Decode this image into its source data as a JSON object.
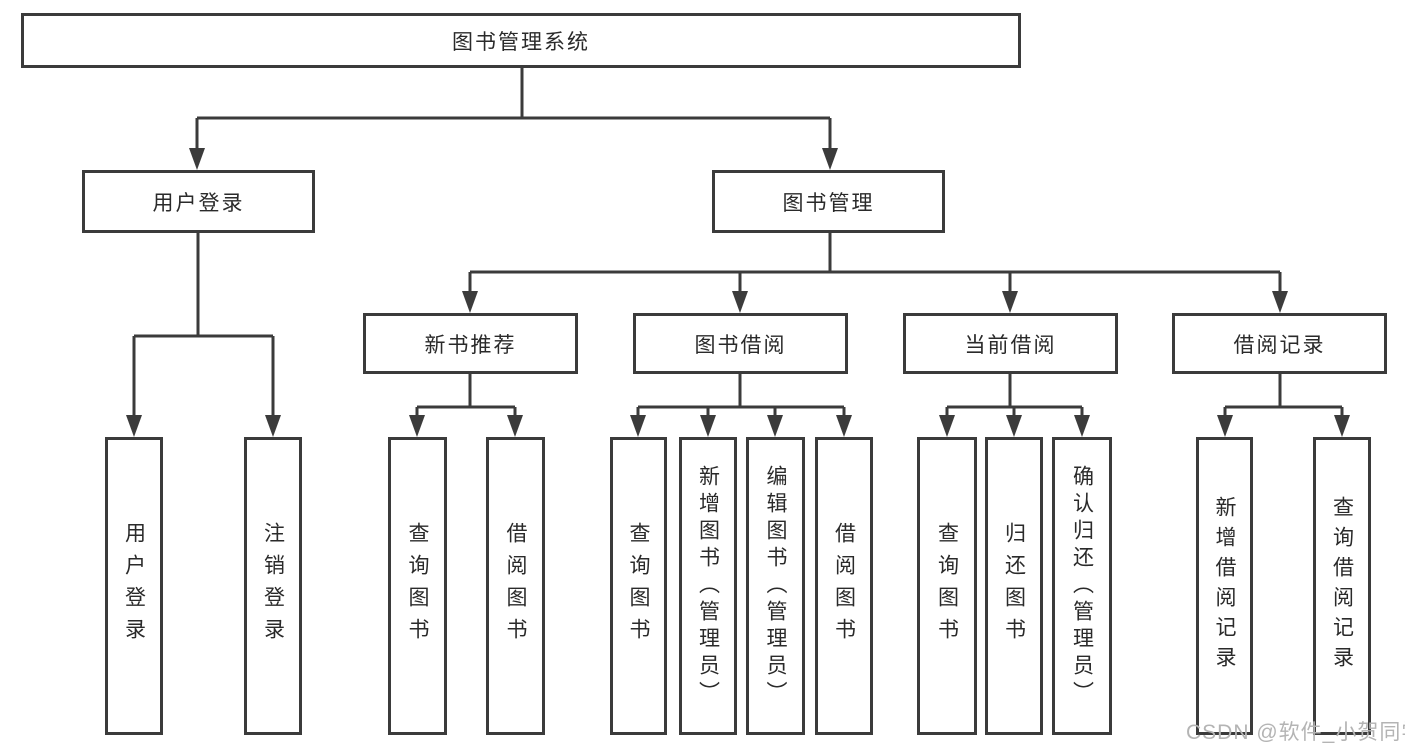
{
  "colors": {
    "line": "#3b3b3b",
    "text": "#2a2a2a",
    "watermark": "#b4b4b4",
    "background": "#ffffff"
  },
  "nodes": {
    "root": "图书管理系统",
    "level2": [
      "用户登录",
      "图书管理"
    ],
    "level3": [
      "新书推荐",
      "图书借阅",
      "当前借阅",
      "借阅记录"
    ],
    "leaves_login": [
      "用户登录",
      "注销登录"
    ],
    "leaves_recommend": [
      "查询图书",
      "借阅图书"
    ],
    "leaves_borrow": [
      "查询图书",
      "新增图书（管理员）",
      "编辑图书（管理员）",
      "借阅图书"
    ],
    "leaves_current": [
      "查询图书",
      "归还图书",
      "确认归还（管理员）"
    ],
    "leaves_records": [
      "新增借阅记录",
      "查询借阅记录"
    ]
  },
  "watermark": "CSDN @软件_小贺同学"
}
